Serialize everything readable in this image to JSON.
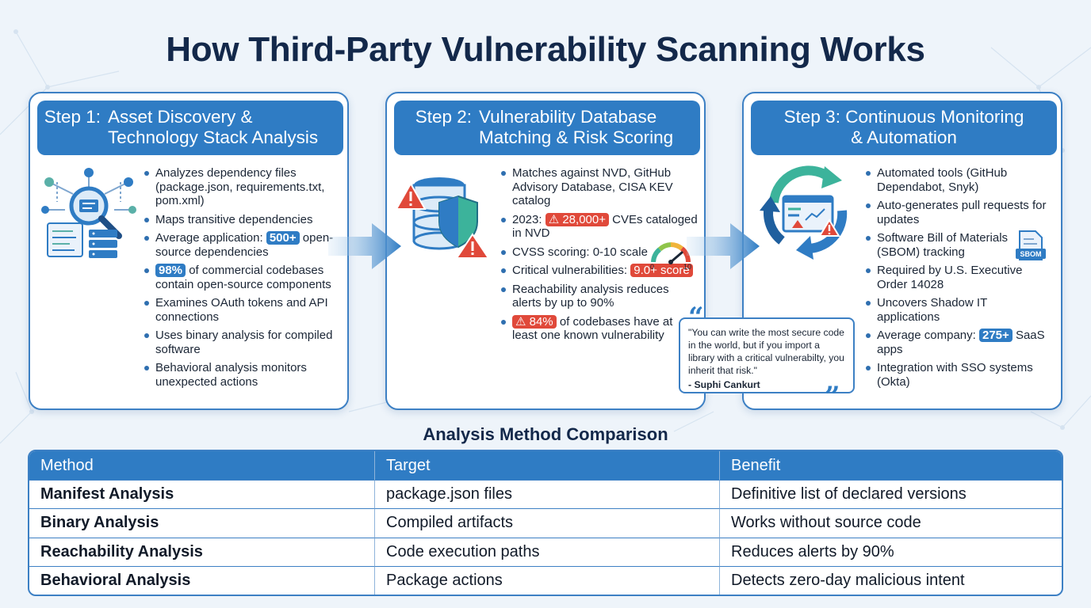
{
  "title": "How Third-Party Vulnerability Scanning Works",
  "colors": {
    "primary": "#2f7cc4",
    "alert": "#e0493a",
    "background": "#eef4fa",
    "teal": "#3cb39b"
  },
  "steps": [
    {
      "step": "Step 1:",
      "title_line1": "Asset Discovery &",
      "title_line2": "Technology Stack Analysis",
      "icon": "dependency-magnifier-icon",
      "bullets": {
        "b1": "Analyzes dependency files (package.json, requirements.txt, pom.xml)",
        "b2": "Maps transitive dependencies",
        "b3_pre": "Average application:",
        "b3_tag": "500+",
        "b3_post": "open-source dependencies",
        "b4_tag": "98%",
        "b4_post": "of commercial codebases contain open-source components",
        "b5": "Examines OAuth tokens and API connections",
        "b6": "Uses binary analysis for compiled software",
        "b7": "Behavioral analysis monitors unexpected actions"
      }
    },
    {
      "step": "Step 2:",
      "title_line1": "Vulnerability Database",
      "title_line2": "Matching & Risk Scoring",
      "icon": "database-shield-icon",
      "bullets": {
        "b1": "Matches against NVD, GitHub Advisory Database, CISA KEV catalog",
        "b2_pre": "2023:",
        "b2_tag": "28,000+",
        "b2_post": "CVEs cataloged in NVD",
        "b3": "CVSS scoring: 0-10 scale",
        "gauge_min": "0",
        "gauge_max": "10",
        "b4_pre": "Critical vulnerabilities:",
        "b4_tag": "9.0+ score",
        "b5": "Reachability analysis reduces alerts by up to 90%",
        "b6_tag": "84%",
        "b6_post": "of codebases have at least one known vulnerability"
      }
    },
    {
      "step": "Step 3:",
      "title_line1": "Continuous Monitoring",
      "title_line2": "& Automation",
      "icon": "refresh-monitor-icon",
      "bullets": {
        "b1": "Automated tools (GitHub Dependabot, Snyk)",
        "b2": "Auto-generates pull requests for updates",
        "b3": "Software Bill of Materials (SBOM) tracking",
        "sbom_label": "SBOM",
        "b4": "Required by U.S. Executive Order 14028",
        "b5": "Uncovers Shadow IT applications",
        "b6_pre": "Average company:",
        "b6_tag": "275+",
        "b6_post": "SaaS apps",
        "b7": "Integration with SSO systems (Okta)"
      }
    }
  ],
  "quote": {
    "text": "\"You can write the most secure code in the world, but if you import a library with a critical vulnerabilty, you inherit that risk.\"",
    "author": "- Suphi Cankurt"
  },
  "comparison": {
    "title": "Analysis Method Comparison",
    "headers": [
      "Method",
      "Target",
      "Benefit"
    ],
    "rows": [
      [
        "Manifest Analysis",
        "package.json files",
        "Definitive list of declared versions"
      ],
      [
        "Binary Analysis",
        "Compiled artifacts",
        "Works without source code"
      ],
      [
        "Reachability Analysis",
        "Code execution paths",
        "Reduces alerts by 90%"
      ],
      [
        "Behavioral Analysis",
        "Package actions",
        "Detects zero-day malicious intent"
      ]
    ]
  }
}
